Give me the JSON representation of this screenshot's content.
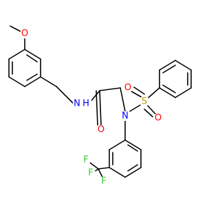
{
  "molecule": {
    "atoms": [
      {
        "id": "o_methoxy",
        "text": "O",
        "color": "#ff0000"
      },
      {
        "id": "n_amide",
        "text": "N",
        "color": "#0000ff"
      },
      {
        "id": "h_amide",
        "text": "H",
        "color": "#0000ff"
      },
      {
        "id": "o_carbonyl",
        "text": "O",
        "color": "#ff0000"
      },
      {
        "id": "n_sulfonamide",
        "text": "N",
        "color": "#0000ff"
      },
      {
        "id": "s_sulfonyl",
        "text": "S",
        "color": "#b8a000"
      },
      {
        "id": "o_sulfonyl_1",
        "text": "O",
        "color": "#ff0000"
      },
      {
        "id": "o_sulfonyl_2",
        "text": "O",
        "color": "#ff0000"
      },
      {
        "id": "f_1",
        "text": "F",
        "color": "#33cc33"
      },
      {
        "id": "f_2",
        "text": "F",
        "color": "#33cc33"
      },
      {
        "id": "f_3",
        "text": "F",
        "color": "#33cc33"
      }
    ]
  }
}
